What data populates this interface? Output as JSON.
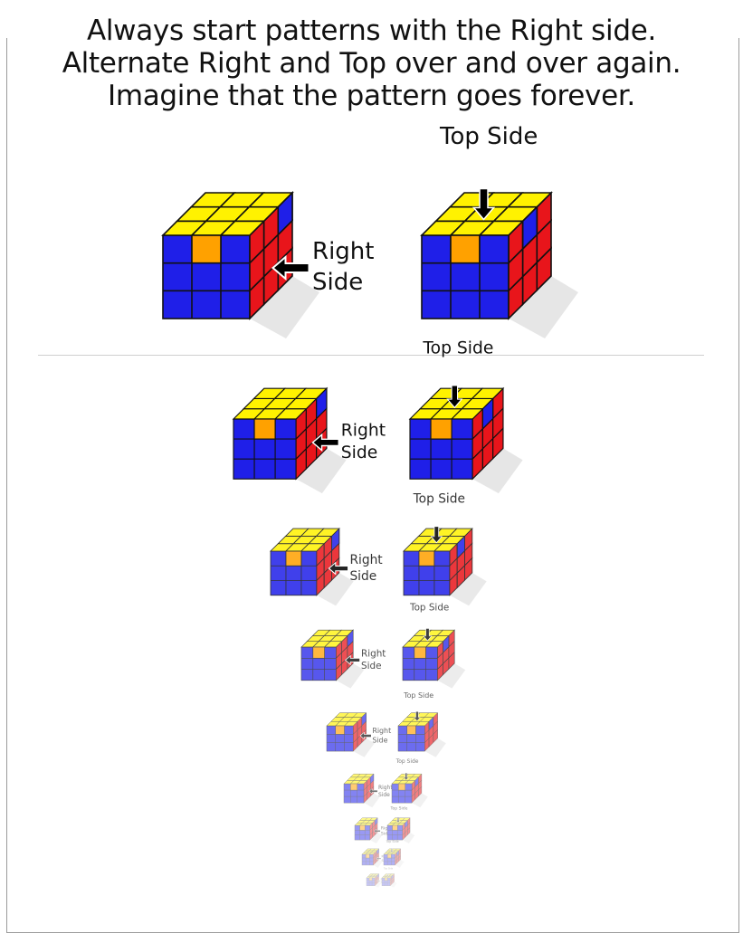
{
  "heading": {
    "line1": "Always start patterns with the Right side.",
    "line2": "Alternate Right and Top over and over again.",
    "line3": "Imagine that the pattern goes forever."
  },
  "labels": {
    "right_line1": "Right",
    "right_line2": "Side",
    "top": "Top Side"
  },
  "colors": {
    "top_face": "#FFF200",
    "front_face": "#1F1FE8",
    "right_face": "#E8151B",
    "highlight": "#FFA100",
    "shadow": "#E6E6E6"
  },
  "sequence": [
    {
      "step": 1,
      "scale": 1.0,
      "opacity": 1.0
    },
    {
      "step": 2,
      "scale": 0.72,
      "opacity": 1.0
    },
    {
      "step": 3,
      "scale": 0.53,
      "opacity": 0.85
    },
    {
      "step": 4,
      "scale": 0.4,
      "opacity": 0.75
    },
    {
      "step": 5,
      "scale": 0.305,
      "opacity": 0.65
    },
    {
      "step": 6,
      "scale": 0.23,
      "opacity": 0.55
    },
    {
      "step": 7,
      "scale": 0.175,
      "opacity": 0.45
    },
    {
      "step": 8,
      "scale": 0.13,
      "opacity": 0.35
    },
    {
      "step": 9,
      "scale": 0.095,
      "opacity": 0.25
    }
  ]
}
